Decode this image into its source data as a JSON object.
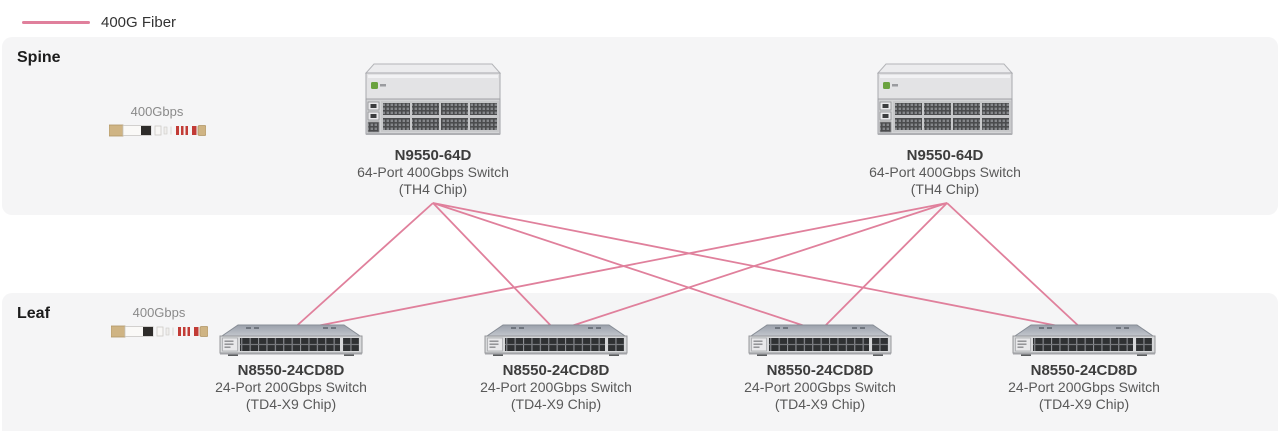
{
  "legend": {
    "label": "400G Fiber",
    "line_color": "#e0809c"
  },
  "sections": {
    "spine": {
      "title": "Spine",
      "transceiver": {
        "label": "400Gbps",
        "icon": "qsfp-dd-transceiver-icon"
      },
      "devices": [
        {
          "id": "spine-1",
          "name": "N9550-64D",
          "description": "64-Port 400Gbps Switch",
          "chip": "(TH4 Chip)"
        },
        {
          "id": "spine-2",
          "name": "N9550-64D",
          "description": "64-Port 400Gbps Switch",
          "chip": "(TH4 Chip)"
        }
      ]
    },
    "leaf": {
      "title": "Leaf",
      "transceiver": {
        "label": "400Gbps",
        "icon": "qsfp-dd-transceiver-icon"
      },
      "devices": [
        {
          "id": "leaf-1",
          "name": "N8550-24CD8D",
          "description": "24-Port 200Gbps Switch",
          "chip": "(TD4-X9 Chip)"
        },
        {
          "id": "leaf-2",
          "name": "N8550-24CD8D",
          "description": "24-Port 200Gbps Switch",
          "chip": "(TD4-X9 Chip)"
        },
        {
          "id": "leaf-3",
          "name": "N8550-24CD8D",
          "description": "24-Port 200Gbps Switch",
          "chip": "(TD4-X9 Chip)"
        },
        {
          "id": "leaf-4",
          "name": "N8550-24CD8D",
          "description": "24-Port 200Gbps Switch",
          "chip": "(TD4-X9 Chip)"
        }
      ]
    }
  },
  "connections": {
    "type": "full-mesh",
    "fiber": "400G Fiber",
    "links": [
      [
        "spine-1",
        "leaf-1"
      ],
      [
        "spine-1",
        "leaf-2"
      ],
      [
        "spine-1",
        "leaf-3"
      ],
      [
        "spine-1",
        "leaf-4"
      ],
      [
        "spine-2",
        "leaf-1"
      ],
      [
        "spine-2",
        "leaf-2"
      ],
      [
        "spine-2",
        "leaf-3"
      ],
      [
        "spine-2",
        "leaf-4"
      ]
    ]
  },
  "colors": {
    "fiber_link": "#e0809c",
    "section_background": "#f5f5f6",
    "device_name_text": "#3d3d3d",
    "device_desc_text": "#595959",
    "page_background": "#ffffff"
  }
}
